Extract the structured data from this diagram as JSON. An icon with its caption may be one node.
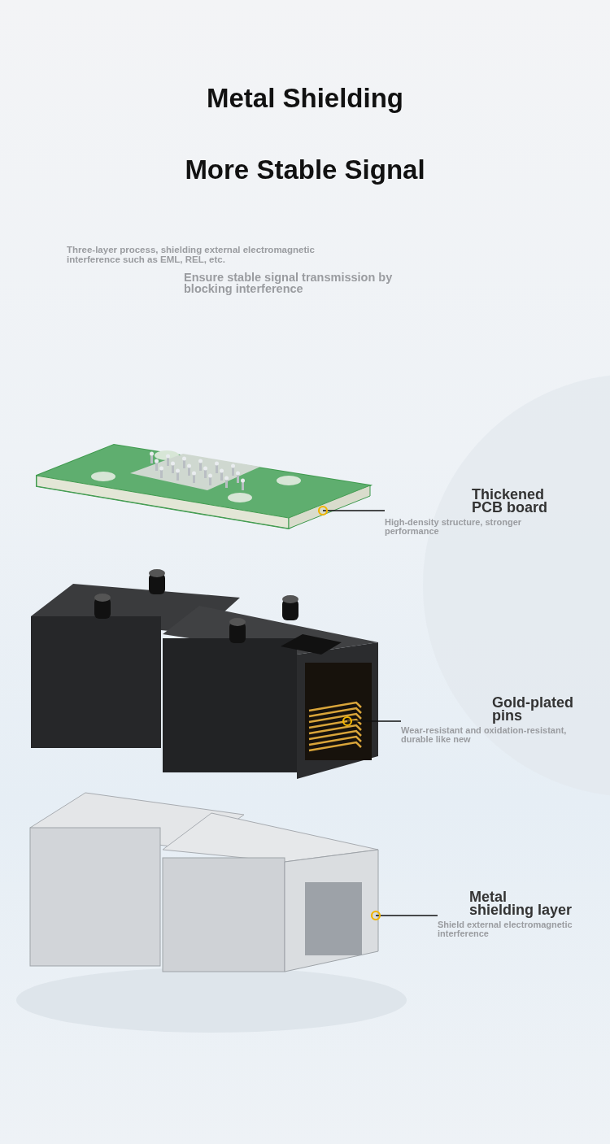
{
  "diagram": {
    "title": "Metal Shielding",
    "nodes": [
      {
        "text": [],
        "shape": "picture"
      },
      {
        "text": [
          "Thickened PCB board",
          "High-density structure, stronger performance"
        ]
      },
      {
        "text": [],
        "shape": "picture"
      },
      {
        "text": [
          "Gold-plated pins",
          "Wear-resistant and oxidation-resistant, durable like new"
        ]
      },
      {
        "text": [],
        "shape": "picture"
      },
      {
        "text": [
          "Metal shielding layer",
          "Shield external electromagnetic interference"
        ]
      }
    ],
    "edges": [
      {
        "from": 1,
        "to": 0,
        "arrow": "other"
      },
      {
        "from": 3,
        "to": 2,
        "arrow": "other"
      },
      {
        "from": 5,
        "to": 4,
        "arrow": "other"
      }
    ],
    "labels": [
      "More Stable Signal",
      "Three-layer process, shielding external electromagnetic interference such as EML, REL, etc.",
      "Ensure stable signal transmission by blocking interference"
    ]
  }
}
